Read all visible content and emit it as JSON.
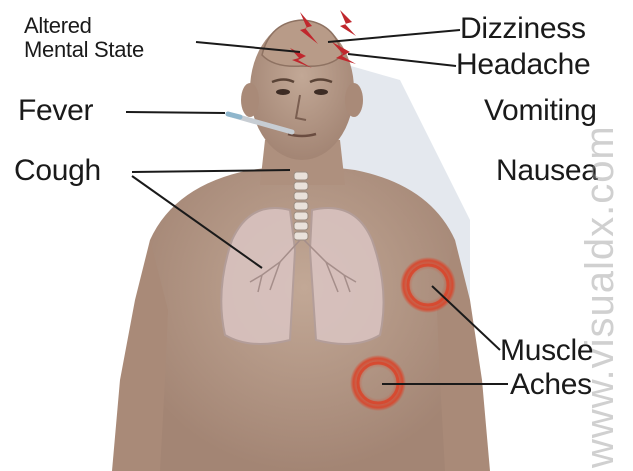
{
  "labels": {
    "altered_line1": "Altered",
    "altered_line2": "Mental State",
    "fever": "Fever",
    "cough": "Cough",
    "dizziness": "Dizziness",
    "headache": "Headache",
    "vomiting": "Vomiting",
    "nausea": "Nausea",
    "muscle": "Muscle",
    "aches": "Aches"
  },
  "watermark": "www.visualdx.com",
  "colors": {
    "skin": "#b59a88",
    "skin_shadow": "#9c8070",
    "lung": "#d9c3c0",
    "lightning": "#c0272d",
    "ache_ring": "#d9442a",
    "leader_line": "#1a1a1a",
    "text": "#1a1a1a"
  }
}
